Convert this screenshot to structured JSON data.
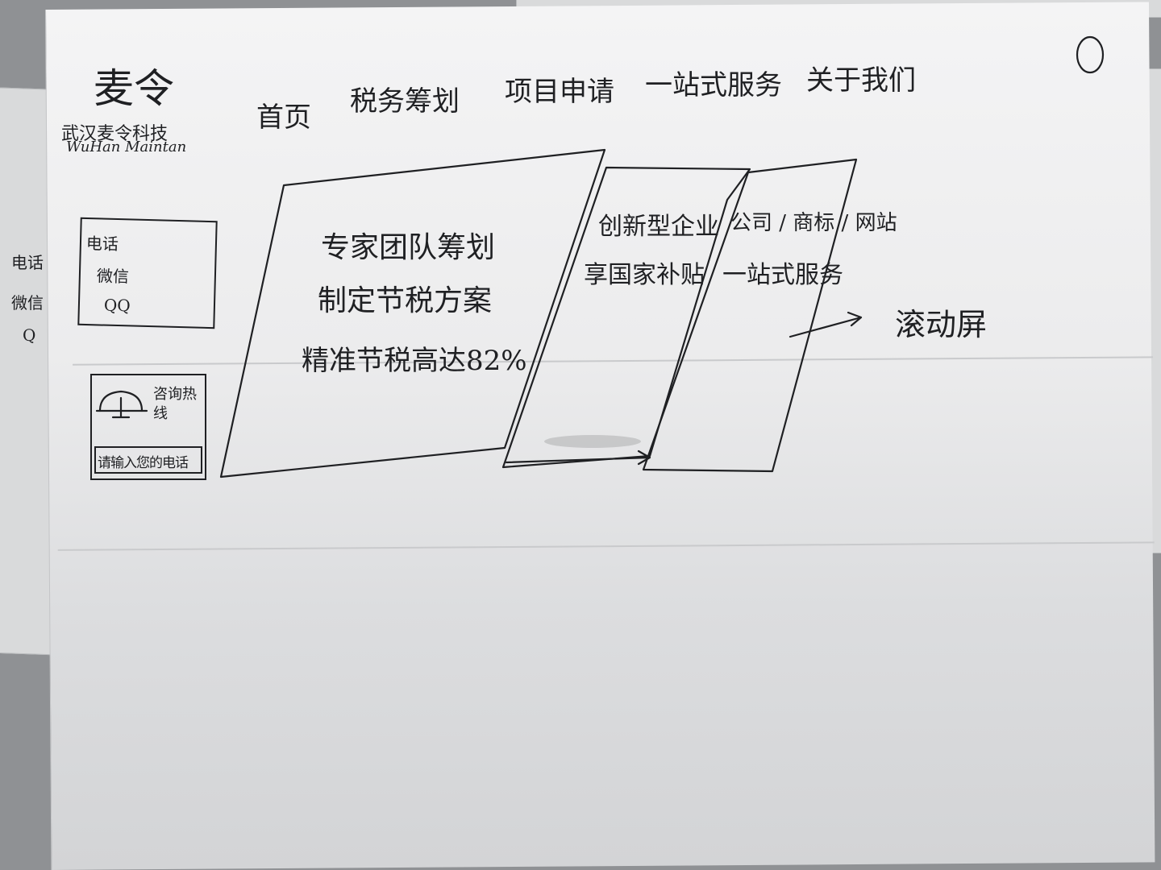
{
  "page_number": "①",
  "logo": {
    "mark": "麦令",
    "company_cn": "武汉麦令科技",
    "company_en": "WuHan Maintan"
  },
  "nav": {
    "items": [
      "首页",
      "税务筹划",
      "项目申请",
      "一站式服务",
      "关于我们"
    ]
  },
  "contact_box": {
    "lines": [
      "电话",
      "微信",
      "QQ"
    ]
  },
  "hotline_box": {
    "label": "咨询热线",
    "input_placeholder": "请输入您的电话"
  },
  "slides": [
    {
      "lines": [
        "专家团队筹划",
        "制定节税方案",
        "精准节税高达82%"
      ]
    },
    {
      "lines": [
        "创新型企业",
        "享国家补贴"
      ]
    },
    {
      "lines": [
        "公司 / 商标 / 网站",
        "一站式服务"
      ]
    }
  ],
  "slider_note": "滚动屏",
  "left_sheet_fragment": [
    "电话",
    "微信",
    "Q"
  ]
}
